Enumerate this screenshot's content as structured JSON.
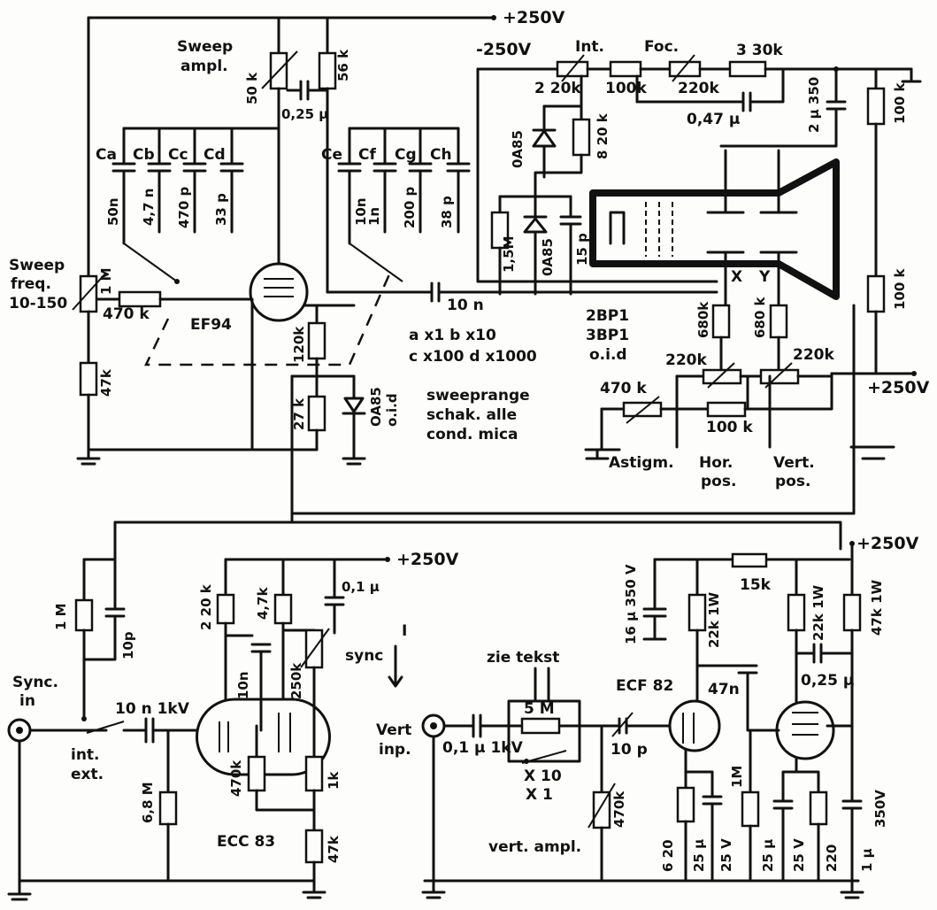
{
  "rails": {
    "top_250": "+250V",
    "neg_250": "-250V",
    "mid_250": "+250V",
    "right_250": "+250V",
    "right_mid_250": "+250V"
  },
  "sweep_section": {
    "sweep_ampl": [
      "Sweep",
      "ampl."
    ],
    "pot_50k": "50 k",
    "res_56k": "56 k",
    "cap_025": "0,25 μ",
    "caps_left": [
      "Ca",
      "Cb",
      "Cc",
      "Cd"
    ],
    "caps_left_values": [
      "50n",
      "4,7 n",
      "470 p",
      "33 p"
    ],
    "caps_right": [
      "Ce",
      "Cf",
      "Cg",
      "Ch"
    ],
    "caps_right_values": [
      "10n",
      "1n",
      "200 p",
      "38 p"
    ],
    "sweep_freq": [
      "Sweep",
      "freq.",
      "10-150"
    ],
    "pot_1M": "1 M",
    "res_470k": "470 k",
    "res_47k": "47k",
    "tube_ef94": "EF94",
    "cap_10n": "10 n",
    "res_120k": "120k",
    "res_27k": "27 k",
    "diode_oa85": [
      "OA85",
      "o.i.d"
    ],
    "ranges": [
      "a  x1   b  x10",
      "c  x100 d  x1000"
    ],
    "note": [
      "sweeprange",
      "schak. alle",
      "cond. mica"
    ]
  },
  "crt_section": {
    "int": "Int.",
    "foc": "Foc.",
    "pot_220k_int": "2 20k",
    "res_100k_top": "100k",
    "pot_220k_foc": "220k",
    "res_330k": "3 30k",
    "cap_047": "0,47 μ",
    "cap_2u350": "2 μ 350",
    "res_100k_right": "100 k",
    "res_100k_right2": "100 k",
    "diode_oa85": "0A85",
    "res_820k": "8 20 k",
    "res_15M": "1,5M",
    "diode_oa85_2": "0A85",
    "cap_15p": "15 p",
    "tube_types": [
      "2BP1",
      "3BP1",
      "o.i.d"
    ],
    "x_label": "X",
    "y_label": "Y",
    "res_680k_a": "680k",
    "res_680k_b": "680 k",
    "pot_220k_h": "220k",
    "pot_220k_v": "220k",
    "pot_470k": "470 k",
    "res_100k_bottom": "100 k",
    "astigm": "Astigm.",
    "hor_pos": [
      "Hor.",
      "pos."
    ],
    "vert_pos": [
      "Vert.",
      "pos."
    ]
  },
  "sync_section": {
    "sync_in": [
      "Sync.",
      "in"
    ],
    "res_1M": "1 M",
    "cap_10p": "10p",
    "cap_10n_1kV": "10 n 1kV",
    "switch": [
      "int.",
      "ext."
    ],
    "res_68M": "6,8 M",
    "res_220k": "2 20 k",
    "res_47k_top": "4,7k",
    "cap_01": "0,1 μ",
    "cap_10n": "10n",
    "pot_250k": "250k",
    "sync_label": "sync",
    "sync_arrow_top": "I",
    "res_470k": "470k",
    "res_1k": "1k",
    "res_47k": "47k",
    "tube": "ECC 83"
  },
  "vert_section": {
    "vert_inp": [
      "Vert",
      "inp."
    ],
    "cap_01": "0,1 μ 1kV",
    "zie_tekst": "zie tekst",
    "res_5M": "5 M",
    "switch": [
      "X 10",
      "X 1"
    ],
    "cap_10p": "10 p",
    "pot_470k": "470k",
    "vert_ampl": "vert. ampl.",
    "tube": "ECF 82",
    "cap_16u": "16 μ 350 V",
    "res_22k_a": "22k 1W",
    "res_15k": "15k",
    "res_22k_b": "22k 1W",
    "res_47k": "47k 1W",
    "cap_47n": "47n",
    "cap_025": "0,25 μ",
    "res_620": "6 20",
    "cap_25u_a": [
      "25 μ",
      "25 V"
    ],
    "res_1M": "1M",
    "cap_25u_b": [
      "25 μ",
      "25 V"
    ],
    "res_220": "220",
    "cap_1u": [
      "1 μ",
      "350V"
    ]
  }
}
